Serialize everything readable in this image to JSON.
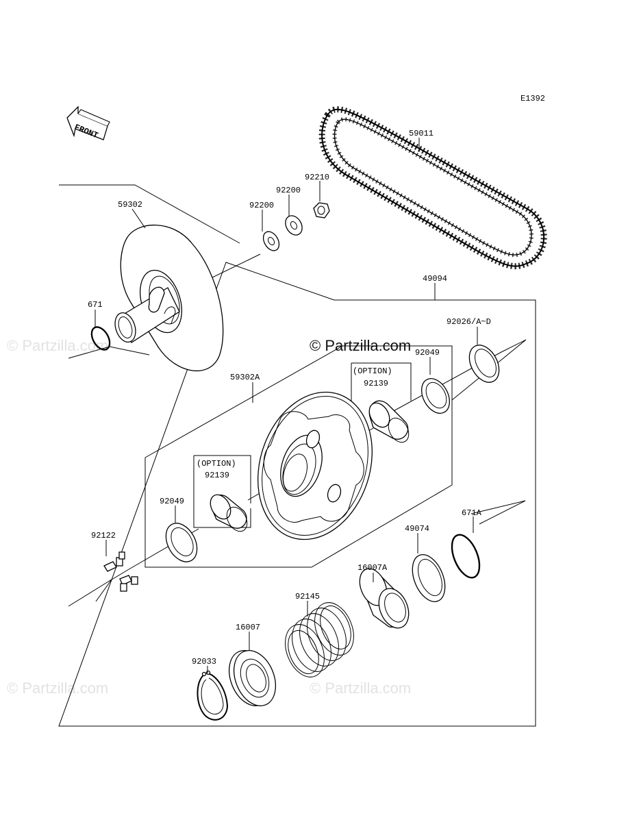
{
  "diagram_code": "E1392",
  "front_label": "FRONT",
  "watermark": "© Partzilla.com",
  "option_label": "(OPTION)",
  "parts": {
    "p59011": "59011",
    "p92210": "92210",
    "p92200a": "92200",
    "p92200b": "92200",
    "p59302": "59302",
    "p671": "671",
    "p49094": "49094",
    "p92026": "92026/A~D",
    "p92049a": "92049",
    "p92139a": "92139",
    "p59302a": "59302A",
    "p92139b": "92139",
    "p92049b": "92049",
    "p671a": "671A",
    "p49074": "49074",
    "p92122": "92122",
    "p16007a": "16007A",
    "p92145": "92145",
    "p16007": "16007",
    "p92033": "92033"
  }
}
